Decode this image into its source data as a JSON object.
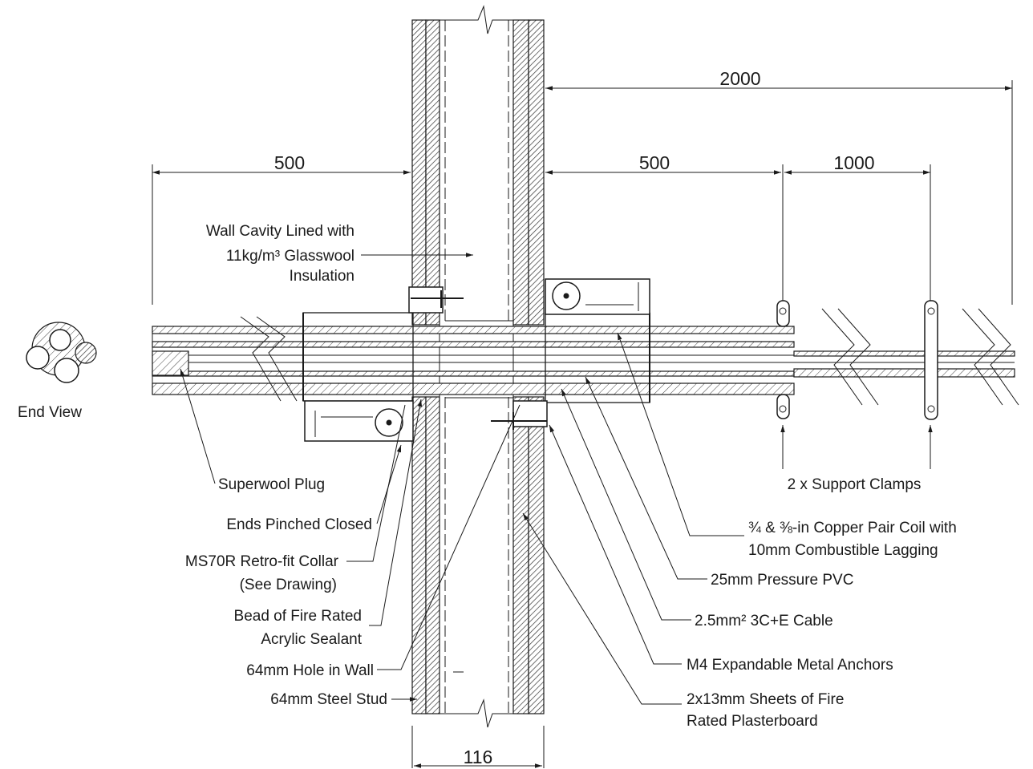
{
  "dimensions": {
    "top_right": "2000",
    "left": "500",
    "right_mid": "500",
    "right_clamp": "1000",
    "bottom_wall": "116"
  },
  "labels": {
    "end_view": "End View",
    "cavity_line1": "Wall Cavity Lined with",
    "cavity_line2": "11kg/m³ Glasswool",
    "cavity_line3": "Insulation",
    "superwool": "Superwool Plug",
    "ends_pinched": "Ends Pinched Closed",
    "collar_line1": "MS70R Retro-fit Collar",
    "collar_line2": "(See Drawing)",
    "bead_line1": "Bead of Fire Rated",
    "bead_line2": "Acrylic Sealant",
    "hole": "64mm Hole in Wall",
    "stud": "64mm Steel Stud",
    "support_clamps": "2 x Support Clamps",
    "copper_line1": "¾ & ⅜-in Copper Pair Coil with",
    "copper_line2": "10mm Combustible Lagging",
    "pvc": "25mm Pressure PVC",
    "cable": "2.5mm² 3C+E Cable",
    "anchors": "M4 Expandable Metal Anchors",
    "plaster_line1": "2x13mm Sheets of Fire",
    "plaster_line2": "Rated Plasterboard"
  }
}
